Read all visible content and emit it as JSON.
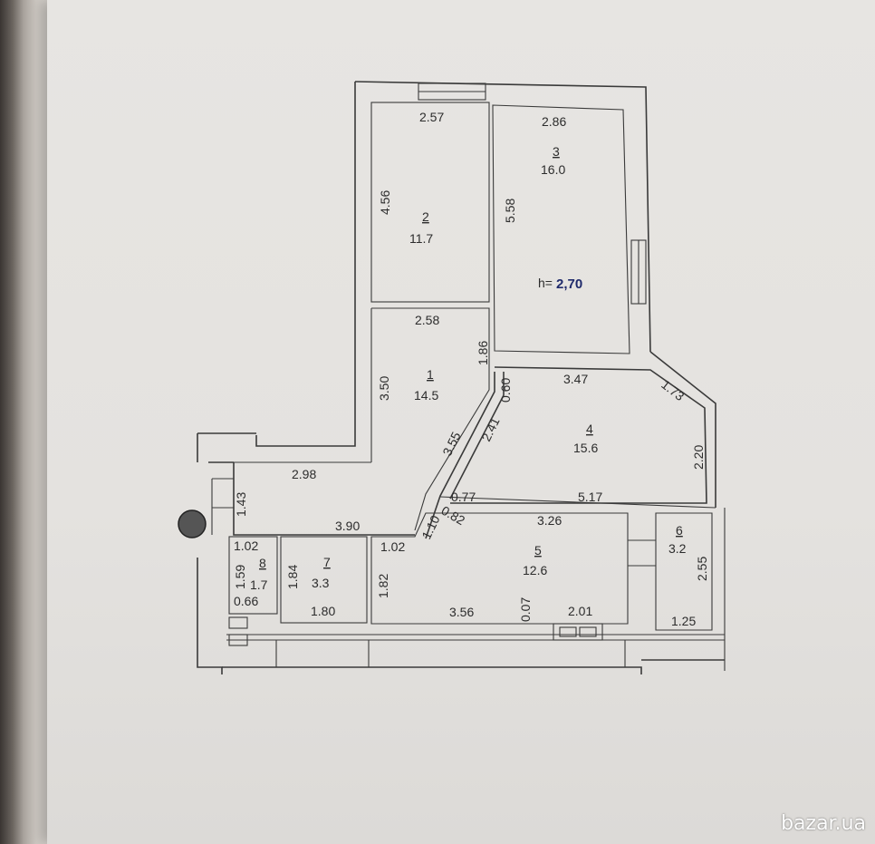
{
  "plan": {
    "ceiling_height_label": "h=",
    "ceiling_height_value": "2,70",
    "rooms": [
      {
        "number": "1",
        "area": "14.5"
      },
      {
        "number": "2",
        "area": "11.7"
      },
      {
        "number": "3",
        "area": "16.0"
      },
      {
        "number": "4",
        "area": "15.6"
      },
      {
        "number": "5",
        "area": "12.6"
      },
      {
        "number": "6",
        "area": "3.2"
      },
      {
        "number": "7",
        "area": "3.3"
      },
      {
        "number": "8",
        "area": "1.7"
      }
    ],
    "dimensions": {
      "r2_top": "2.57",
      "r2_side": "4.56",
      "r3_top": "2.86",
      "r3_side": "5.58",
      "r1_top": "2.58",
      "r1_right": "1.86",
      "r1_left": "3.50",
      "diag_3_55": "3.55",
      "diag_2_41": "2.41",
      "d_0_60": "0.60",
      "r4_top": "3.47",
      "r4_diag": "1.73",
      "r4_right": "2.20",
      "d_0_77": "0.77",
      "r4_bottom": "5.17",
      "d_0_82": "0.82",
      "d_1_10": "1.10",
      "corr_top": "2.98",
      "corr_side": "1.43",
      "corr_bottom": "3.90",
      "r8_top": "1.02",
      "r8_side": "1.59",
      "r8_bottom": "0.66",
      "r7_side": "1.84",
      "r7_bottom": "1.80",
      "r5_left_top": "1.02",
      "r5_left": "1.82",
      "r5_bottom_a": "3.56",
      "r5_d_0_07": "0.07",
      "r5_bottom_b": "2.01",
      "r5_top": "3.26",
      "r6_side": "2.55",
      "r6_bottom": "1.25"
    }
  },
  "watermark": "bazar.ua"
}
